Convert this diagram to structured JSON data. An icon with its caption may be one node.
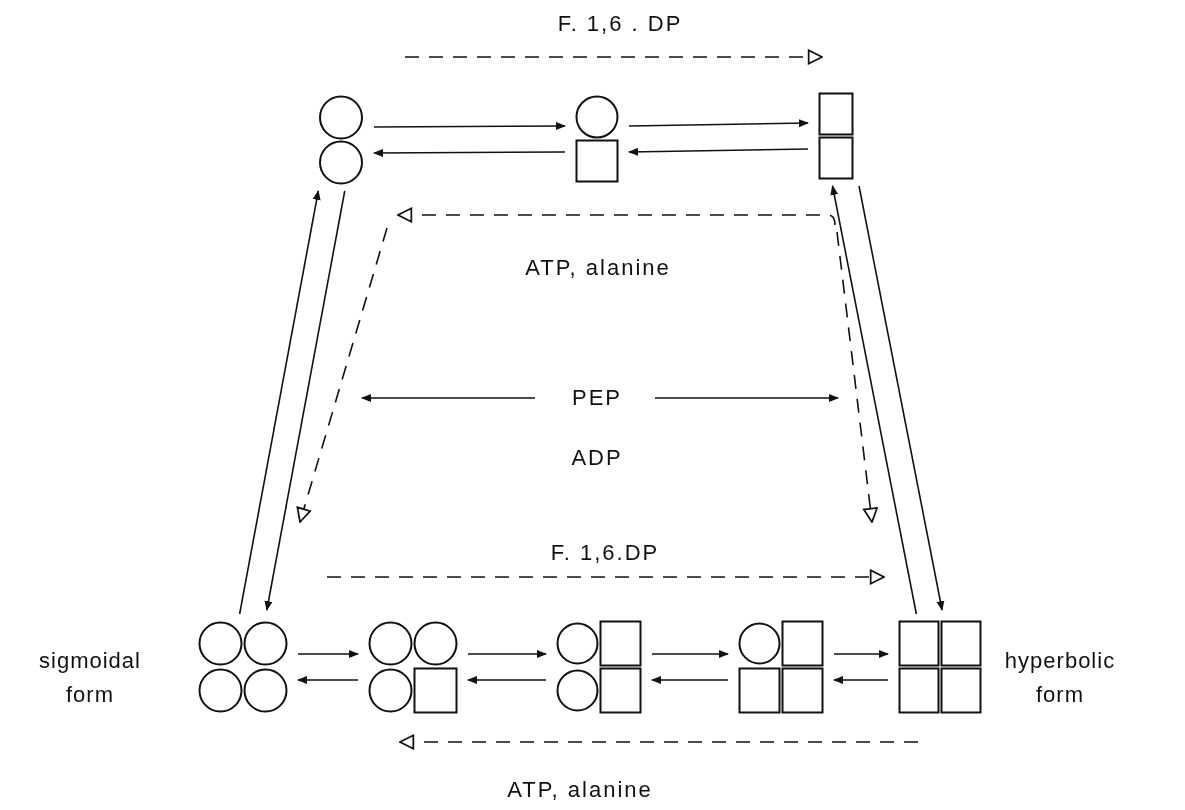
{
  "diagram": {
    "nodes": [
      {
        "text": [],
        "shape": "picture"
      },
      {
        "text": [],
        "shape": "picture"
      },
      {
        "text": [],
        "shape": "picture"
      },
      {
        "text": [],
        "shape": "picture",
        "beside": [
          "sigmoidal form"
        ]
      },
      {
        "text": [],
        "shape": "picture"
      },
      {
        "text": [],
        "shape": "picture"
      },
      {
        "text": [],
        "shape": "picture"
      },
      {
        "text": [],
        "shape": "picture",
        "beside": [
          "hyperbolic form"
        ]
      }
    ],
    "edges": [
      {
        "from": 0,
        "to": 1,
        "arrow": "to"
      },
      {
        "from": 1,
        "to": 0,
        "arrow": "to"
      },
      {
        "from": 1,
        "to": 2,
        "arrow": "to"
      },
      {
        "from": 2,
        "to": 1,
        "arrow": "to"
      },
      {
        "from": 0,
        "to": 3,
        "arrow": "to"
      },
      {
        "from": 3,
        "to": 0,
        "arrow": "to"
      },
      {
        "from": 2,
        "to": 7,
        "arrow": "to"
      },
      {
        "from": 7,
        "to": 2,
        "arrow": "to"
      },
      {
        "from": 3,
        "to": 4,
        "arrow": "to"
      },
      {
        "from": 4,
        "to": 3,
        "arrow": "to"
      },
      {
        "from": 4,
        "to": 5,
        "arrow": "to"
      },
      {
        "from": 5,
        "to": 4,
        "arrow": "to"
      },
      {
        "from": 5,
        "to": 6,
        "arrow": "to"
      },
      {
        "from": 6,
        "to": 5,
        "arrow": "to"
      },
      {
        "from": 6,
        "to": 7,
        "arrow": "to"
      },
      {
        "from": 7,
        "to": 6,
        "arrow": "to"
      }
    ],
    "labels": [
      "F. 1,6 . DP",
      "ATP, alanine",
      "PEP",
      "ADP",
      "F. 1,6.DP",
      "ATP, alanine"
    ]
  }
}
